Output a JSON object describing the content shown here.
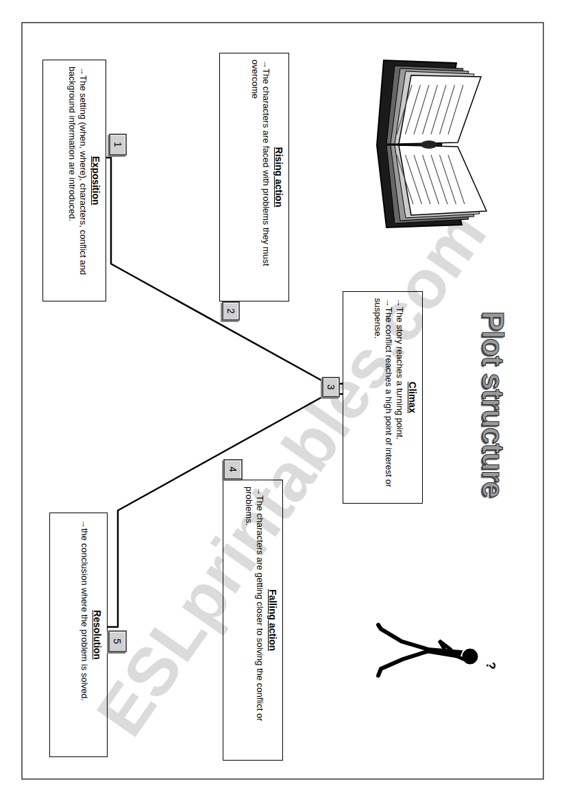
{
  "diagram": {
    "title": "Plot structure",
    "nodes": [
      {
        "text": [
          "Exposition",
          "→The setting (when, where), characters, conflict and background information are introduced."
        ]
      },
      {
        "text": [
          "Rising action",
          "→The characters are faced with problems they must overcome"
        ]
      },
      {
        "text": [
          "Climax",
          "→The story reaches a turning point.",
          "→The conflict reaches a high point of interest or suspense."
        ]
      },
      {
        "text": [
          "Falling action",
          "→The characters are getting closer to solving the conflict or problems."
        ]
      },
      {
        "text": [
          "Resolution",
          "→the conclusion where the problem is solved."
        ]
      }
    ],
    "edges": [
      {
        "from": 0,
        "to": 2,
        "arrow": "none"
      },
      {
        "from": 2,
        "to": 4,
        "arrow": "none"
      }
    ],
    "labels": [
      "1",
      "2",
      "3",
      "4",
      "5",
      "?",
      "ESLprintables.com"
    ]
  }
}
